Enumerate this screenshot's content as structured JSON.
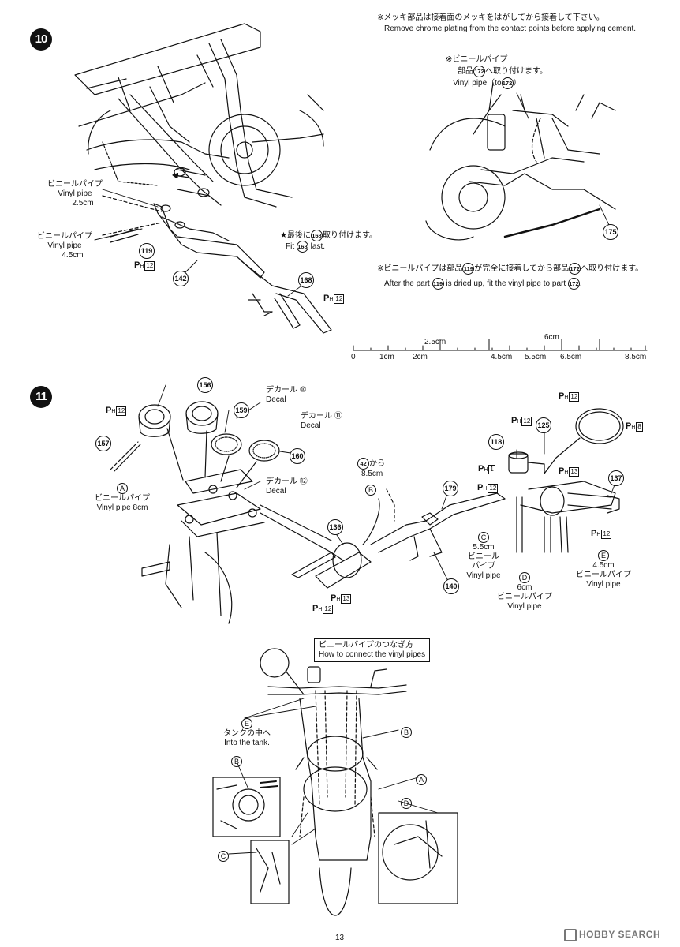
{
  "step10": {
    "number": "10",
    "note_chrome_jp": "※メッキ部品は接着面のメッキをはがしてから接着して下さい。",
    "note_chrome_en": "Remove chrome plating from the contact points before applying cement.",
    "vinyl_172_jp_a": "※ビニールパイプ",
    "vinyl_172_jp_b": "部品",
    "vinyl_172_jp_c": "へ取り付けます。",
    "vinyl_172_en_a": "Vinyl pipe（to",
    "vinyl_172_en_b": "）",
    "part_172": "172",
    "part_175": "175",
    "vinyl_25_jp": "ビニールパイプ",
    "vinyl_25_en": "Vinyl pipe",
    "vinyl_25_len": "2.5cm",
    "vinyl_45_jp": "ビニールパイプ",
    "vinyl_45_en": "Vinyl pipe",
    "vinyl_45_len": "4.5cm",
    "part_119": "119",
    "part_142": "142",
    "part_168": "168",
    "ph_12": "12",
    "fit_last_jp_a": "★最後に",
    "fit_last_jp_b": "取り付けます。",
    "fit_last_en_a": "Fit",
    "fit_last_en_b": "last.",
    "dried_jp_a": "※ビニールパイプは部品",
    "dried_jp_b": "が完全に接着してから部品",
    "dried_jp_c": "へ取り付けます。",
    "dried_en_a": "After the part",
    "dried_en_b": "is dried up, fit the vinyl  pipe to part",
    "dried_en_c": "."
  },
  "ruler": {
    "top_labels": [
      "2.5cm",
      "6cm"
    ],
    "bottom_labels": [
      "0",
      "1cm",
      "2cm",
      "4.5cm",
      "5.5cm",
      "6.5cm",
      "8.5cm"
    ]
  },
  "step11": {
    "number": "11",
    "part_156": "156",
    "part_157": "157",
    "part_159": "159",
    "part_160": "160",
    "part_42": "42",
    "part_136": "136",
    "part_179": "179",
    "part_140": "140",
    "part_118": "118",
    "part_125": "125",
    "part_137": "137",
    "decal_jp": "デカール",
    "decal_en": "Decal",
    "decal_10": "⑩",
    "decal_11": "⑪",
    "decal_12": "⑫",
    "ph_12": "12",
    "ph_8": "8",
    "ph_1": "1",
    "ph_13": "13",
    "letter_a": "A",
    "letter_b": "B",
    "letter_c": "C",
    "letter_d": "D",
    "letter_e": "E",
    "vinyl_a_jp": "ビニールパイプ",
    "vinyl_a_en": "Vinyl pipe  8cm",
    "from_42": "から",
    "from_42_len": "8.5cm",
    "c_len": "5.5cm",
    "c_jp_a": "ビニール",
    "c_jp_b": "パイプ",
    "c_en": "Vinyl pipe",
    "d_len": "6cm",
    "d_jp": "ビニールパイプ",
    "d_en": "Vinyl pipe",
    "e_len": "4.5cm",
    "e_jp": "ビニールパイプ",
    "e_en": "Vinyl pipe"
  },
  "connect": {
    "title_jp": "ビニールパイプのつなぎ方",
    "title_en": "How to connect the vinyl pipes",
    "tank_jp": "タンクの中へ",
    "tank_en": "Into the tank."
  },
  "footer": {
    "page": "13",
    "watermark": "HOBBY SEARCH"
  }
}
